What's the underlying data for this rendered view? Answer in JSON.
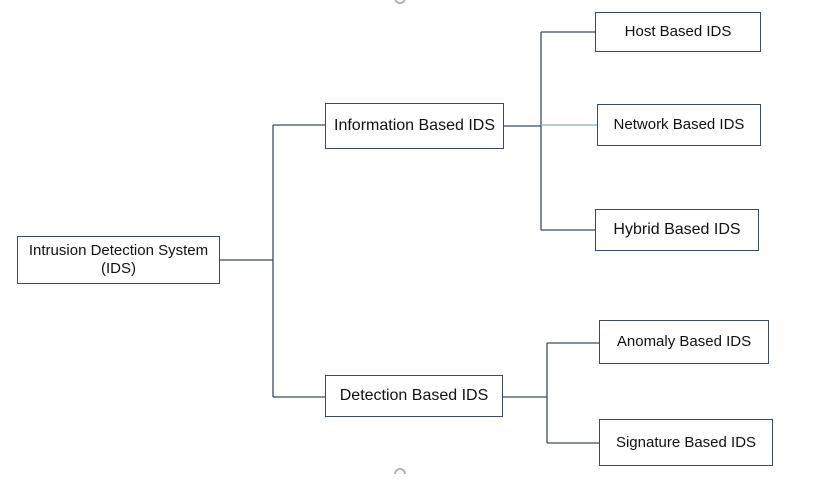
{
  "diagram": {
    "root": "Intrusion Detection System (IDS)",
    "branches": [
      {
        "label": "Information Based IDS",
        "children": [
          "Host Based IDS",
          "Network Based IDS",
          "Hybrid Based IDS"
        ]
      },
      {
        "label": "Detection Based IDS",
        "children": [
          "Anomaly Based IDS",
          "Signature Based IDS"
        ]
      }
    ]
  },
  "colors": {
    "line": "#3e4a5c",
    "line_accent": "#8aa6c8",
    "node_border": "#3e4a5c"
  }
}
